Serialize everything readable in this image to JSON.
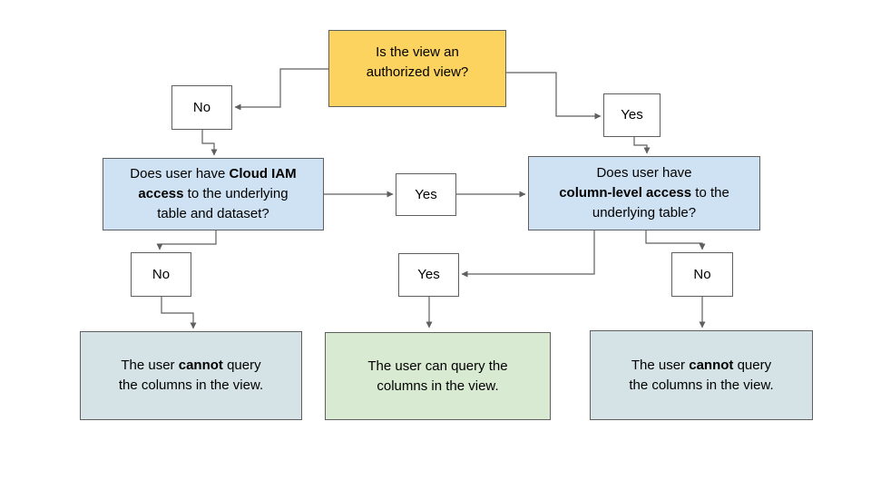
{
  "colors": {
    "yellow": "#fcd35f",
    "blue": "#cfe2f3",
    "green": "#d9ead3",
    "grayBlue": "#d5e2e6",
    "border": "#5f5f5f",
    "line": "#5f5f5f",
    "text": "#000000"
  },
  "nodes": {
    "root": {
      "text": "Is the view an\nauthorized view?"
    },
    "no_left": {
      "label": "No"
    },
    "yes_right": {
      "label": "Yes"
    },
    "iam_question": {
      "pre": "Does user have ",
      "bold": "Cloud IAM\naccess",
      "post": " to the underlying\ntable and dataset?"
    },
    "yes_mid": {
      "label": "Yes"
    },
    "column_question": {
      "pre": "Does user have\n",
      "bold": "column-level access",
      "post": " to the\nunderlying table?"
    },
    "no_bottom_left": {
      "label": "No"
    },
    "yes_bottom_mid": {
      "label": "Yes"
    },
    "no_bottom_right": {
      "label": "No"
    },
    "result_left": {
      "pre": "The user ",
      "bold": "cannot",
      "post": " query\nthe columns in the view."
    },
    "result_mid": {
      "pre": "The user can query the\ncolumns in the view.",
      "bold": "",
      "post": ""
    },
    "result_right": {
      "pre": "The user ",
      "bold": "cannot",
      "post": " query\nthe columns in the view."
    }
  }
}
